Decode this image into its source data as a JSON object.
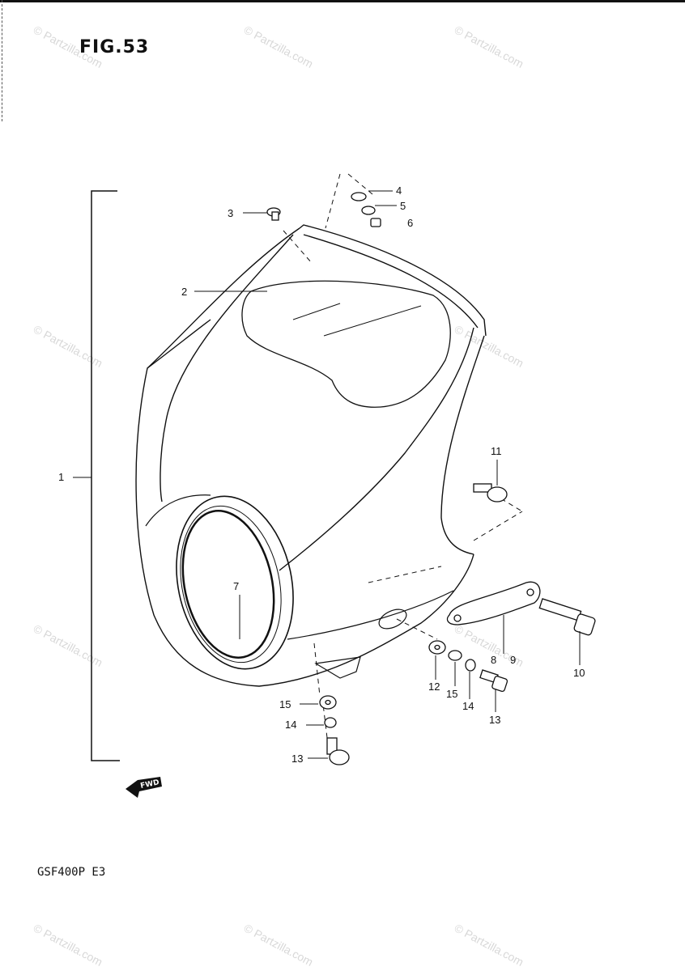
{
  "figure_title": "FIG.53",
  "model_code": "GSF400P E3",
  "watermark_text": "© Partzilla.com",
  "fwd_label": "FWD",
  "callouts": [
    {
      "id": "c1",
      "label": "1"
    },
    {
      "id": "c2",
      "label": "2"
    },
    {
      "id": "c3",
      "label": "3"
    },
    {
      "id": "c4",
      "label": "4"
    },
    {
      "id": "c5",
      "label": "5"
    },
    {
      "id": "c6",
      "label": "6"
    },
    {
      "id": "c7",
      "label": "7"
    },
    {
      "id": "c8",
      "label": "8"
    },
    {
      "id": "c9",
      "label": "9"
    },
    {
      "id": "c10",
      "label": "10"
    },
    {
      "id": "c11",
      "label": "11"
    },
    {
      "id": "c12",
      "label": "12"
    },
    {
      "id": "c13a",
      "label": "13"
    },
    {
      "id": "c13b",
      "label": "13"
    },
    {
      "id": "c14a",
      "label": "14"
    },
    {
      "id": "c14b",
      "label": "14"
    },
    {
      "id": "c15a",
      "label": "15"
    },
    {
      "id": "c15b",
      "label": "15"
    }
  ]
}
